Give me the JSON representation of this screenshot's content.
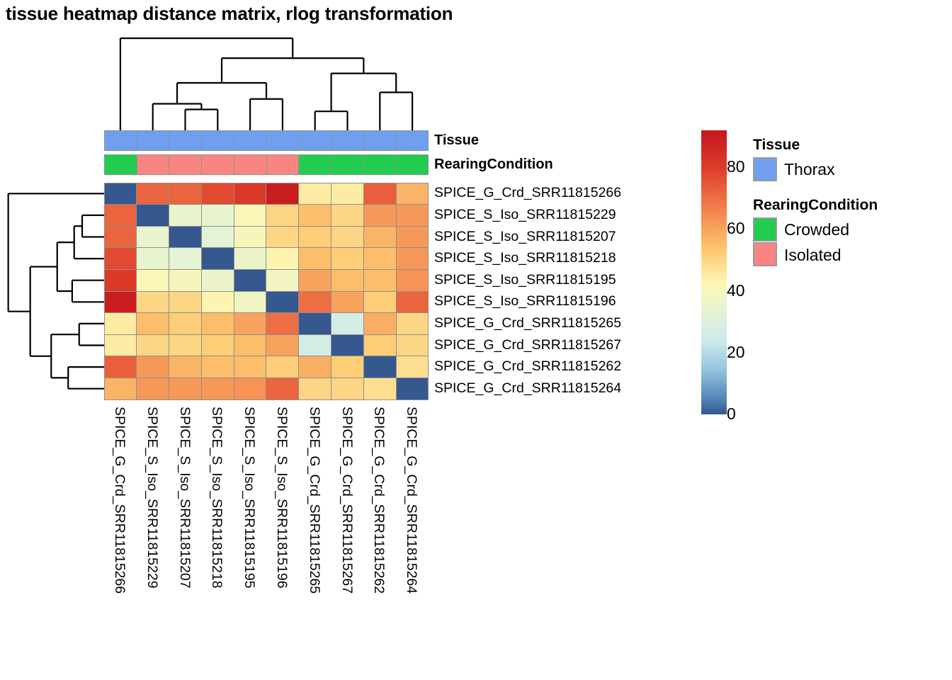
{
  "title": "tissue heatmap distance matrix, rlog transformation",
  "annotations": {
    "tissue": {
      "label": "Tissue",
      "values": [
        "Thorax",
        "Thorax",
        "Thorax",
        "Thorax",
        "Thorax",
        "Thorax",
        "Thorax",
        "Thorax",
        "Thorax",
        "Thorax"
      ]
    },
    "rearing_condition": {
      "label": "RearingCondition",
      "values": [
        "Crowded",
        "Isolated",
        "Isolated",
        "Isolated",
        "Isolated",
        "Isolated",
        "Crowded",
        "Crowded",
        "Crowded",
        "Crowded"
      ]
    }
  },
  "legends": [
    {
      "title": "Tissue",
      "items": [
        {
          "label": "Thorax",
          "color": "#6f9fee"
        }
      ]
    },
    {
      "title": "RearingCondition",
      "items": [
        {
          "label": "Crowded",
          "color": "#23c council"
        },
        {
          "label": "Isolated",
          "color": "#f98581"
        }
      ]
    }
  ],
  "legend_colors": {
    "Thorax": "#6f9fee",
    "Crowded": "#22cc4e",
    "Isolated": "#f98581"
  },
  "colorbar": {
    "ticks": [
      "80",
      "60",
      "40",
      "20",
      "0"
    ],
    "min": 0,
    "max": 92,
    "stops": [
      "#c5171e",
      "#e8603c",
      "#f9a95f",
      "#fdf8b2",
      "#d9efe4",
      "#a9d2e4",
      "#5082bb",
      "#35588f"
    ]
  },
  "chart_data": {
    "type": "heatmap",
    "title": "tissue heatmap distance matrix, rlog transformation",
    "xlabel": "",
    "ylabel": "",
    "colorbar_label": "",
    "zlim": [
      0,
      92
    ],
    "legend_position": "right",
    "grid": false,
    "categories": [
      "SPICE_G_Crd_SRR11815266",
      "SPICE_S_Iso_SRR11815229",
      "SPICE_S_Iso_SRR11815207",
      "SPICE_S_Iso_SRR11815218",
      "SPICE_S_Iso_SRR11815195",
      "SPICE_S_Iso_SRR11815196",
      "SPICE_G_Crd_SRR11815265",
      "SPICE_G_Crd_SRR11815267",
      "SPICE_G_Crd_SRR11815262",
      "SPICE_G_Crd_SRR11815264"
    ],
    "row_labels": [
      "SPICE_G_Crd_SRR11815266",
      "SPICE_S_Iso_SRR11815229",
      "SPICE_S_Iso_SRR11815207",
      "SPICE_S_Iso_SRR11815218",
      "SPICE_S_Iso_SRR11815195",
      "SPICE_S_Iso_SRR11815196",
      "SPICE_G_Crd_SRR11815265",
      "SPICE_G_Crd_SRR11815267",
      "SPICE_G_Crd_SRR11815262",
      "SPICE_G_Crd_SRR11815264"
    ],
    "col_labels": [
      "SPICE_G_Crd_SRR11815266",
      "SPICE_S_Iso_SRR11815229",
      "SPICE_S_Iso_SRR11815207",
      "SPICE_S_Iso_SRR11815218",
      "SPICE_S_Iso_SRR11815195",
      "SPICE_S_Iso_SRR11815196",
      "SPICE_G_Crd_SRR11815265",
      "SPICE_G_Crd_SRR11815267",
      "SPICE_G_Crd_SRR11815262",
      "SPICE_G_Crd_SRR11815264"
    ],
    "values": [
      [
        0,
        72,
        72,
        77,
        81,
        90,
        45,
        45,
        73,
        57
      ],
      [
        72,
        0,
        35,
        35,
        41,
        50,
        55,
        50,
        62,
        62
      ],
      [
        72,
        35,
        0,
        33,
        40,
        50,
        52,
        50,
        57,
        62
      ],
      [
        77,
        35,
        33,
        0,
        36,
        43,
        55,
        52,
        55,
        62
      ],
      [
        81,
        41,
        40,
        36,
        0,
        38,
        60,
        55,
        55,
        63
      ],
      [
        90,
        50,
        50,
        43,
        38,
        0,
        70,
        60,
        52,
        72
      ],
      [
        45,
        55,
        52,
        55,
        60,
        70,
        0,
        27,
        58,
        50
      ],
      [
        45,
        50,
        50,
        52,
        55,
        60,
        27,
        0,
        52,
        50
      ],
      [
        73,
        62,
        57,
        55,
        55,
        52,
        58,
        52,
        0,
        48
      ],
      [
        57,
        62,
        62,
        62,
        63,
        72,
        50,
        50,
        48,
        0
      ]
    ]
  },
  "dendrograms": {
    "columns_present": true,
    "rows_present": true
  }
}
